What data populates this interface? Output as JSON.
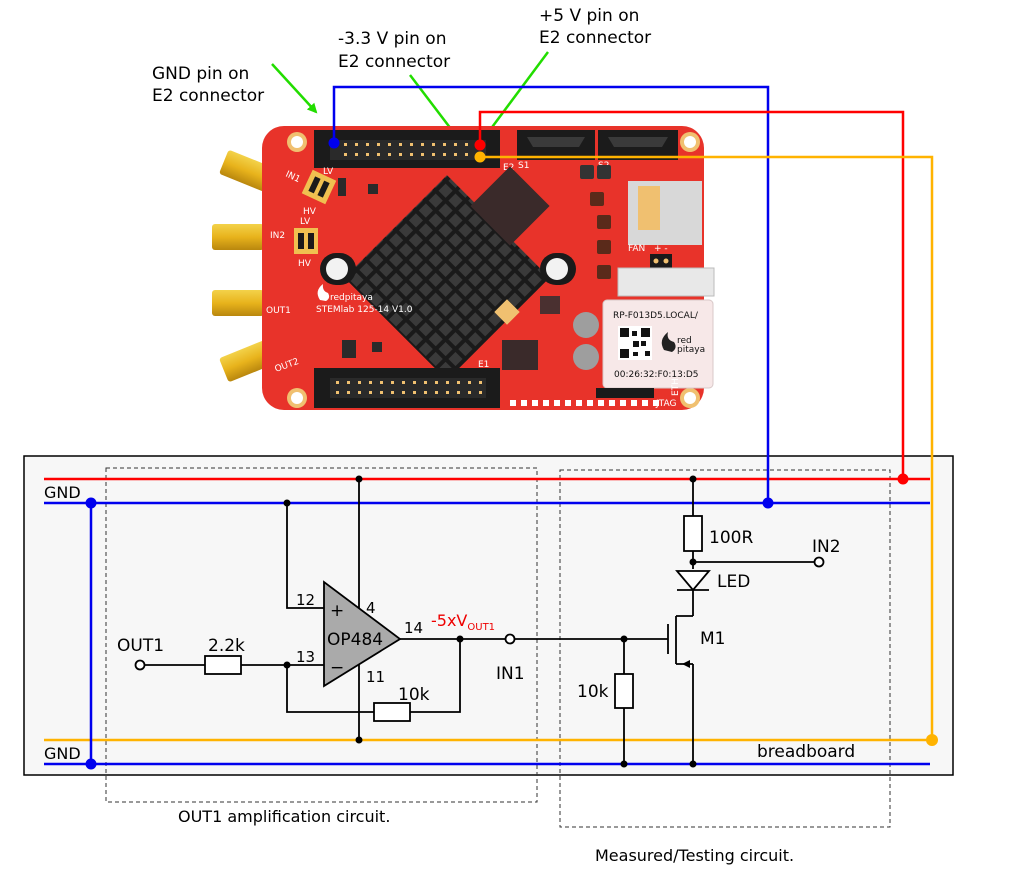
{
  "colors": {
    "power_5v": "#ff0000",
    "power_neg3v3": "#ffb300",
    "ground": "#0000ee",
    "annotation_arrow": "#22dd00",
    "board_red": "#e8332a",
    "opamp_fill": "#aaaaaa",
    "breadboard_fill": "#f7f7f7",
    "accent_label": "#ee0000"
  },
  "annotations": {
    "gnd_pin": [
      "GND pin on",
      "E2 connector"
    ],
    "neg_3v3_pin": [
      "-3.3 V pin on",
      "E2 connector"
    ],
    "pos_5v_pin": [
      "+5 V pin on",
      "E2 connector"
    ]
  },
  "board": {
    "labels": {
      "in1": "IN1",
      "in2": "IN2",
      "out1": "OUT1",
      "out2": "OUT2",
      "lv": "LV",
      "hv": "HV",
      "e1": "E1",
      "e2": "E2",
      "s1": "S1",
      "s2": "S2",
      "fan": "FAN",
      "fan_pm": "+ -",
      "brand": "redpitaya",
      "model": "STEMlab 125-14 V1.0",
      "jtag": "JTAG",
      "eth": "ETH"
    },
    "sticker": {
      "hostname": "RP-F013D5.LOCAL/",
      "mac": "00:26:32:F0:13:D5",
      "brand_1": "red",
      "brand_2": "pitaya"
    }
  },
  "breadboard": {
    "label": "breadboard",
    "gnd_top": "GND",
    "gnd_bottom": "GND"
  },
  "circuit": {
    "out1_input": "OUT1",
    "r_in": "2.2k",
    "r_fb": "10k",
    "opamp": "OP484",
    "pin_plus": "+",
    "pin_minus": "−",
    "pins": {
      "p12": "12",
      "p13": "13",
      "p4": "4",
      "p11": "11",
      "p14": "14"
    },
    "output_label_main": "-5xV",
    "output_label_sub": "OUT1",
    "in1": "IN1",
    "r_gate": "10k",
    "r_load": "100R",
    "led": "LED",
    "transistor": "M1",
    "in2": "IN2"
  },
  "captions": {
    "amp": "OUT1 amplification circuit.",
    "test": "Measured/Testing circuit."
  }
}
